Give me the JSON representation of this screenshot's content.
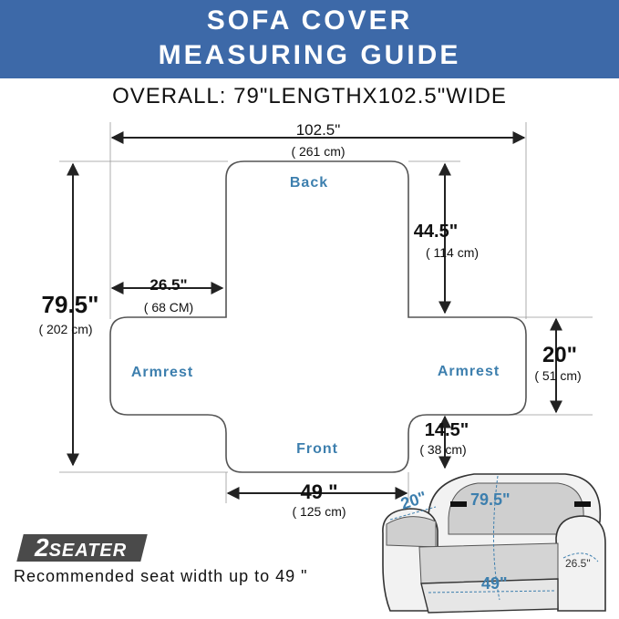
{
  "header": {
    "line1": "SOFA COVER",
    "line2": "MEASURING GUIDE"
  },
  "overall": "OVERALL: 79\"LENGTHX102.5\"WIDE",
  "dimensions": {
    "width_in": "102.5\"",
    "width_cm": "( 261 cm)",
    "length_in": "79.5\"",
    "length_cm": "( 202 cm)",
    "back_in": "44.5\"",
    "back_cm": "( 114 cm)",
    "arm_width_in": "26.5\"",
    "arm_width_cm": "( 68 CM)",
    "arm_depth_in": "20\"",
    "arm_depth_cm": "( 51 cm)",
    "front_in": "14.5\"",
    "front_cm": "( 38 cm)",
    "seat_in": "49 \"",
    "seat_cm": "( 125 cm)"
  },
  "labels": {
    "back": "Back",
    "front": "Front",
    "left_arm": "Armrest",
    "right_arm": "Armrest"
  },
  "illustration": {
    "arm": "20\"",
    "back": "79.5\"",
    "seat": "49\"",
    "side": "26.5\""
  },
  "badge": {
    "number": "2",
    "word": "SEATER"
  },
  "recommendation": "Recommended seat width up to 49 \"",
  "colors": {
    "banner": "#3d69a8",
    "label": "#3d7fae",
    "badge": "#4a4a4a"
  }
}
